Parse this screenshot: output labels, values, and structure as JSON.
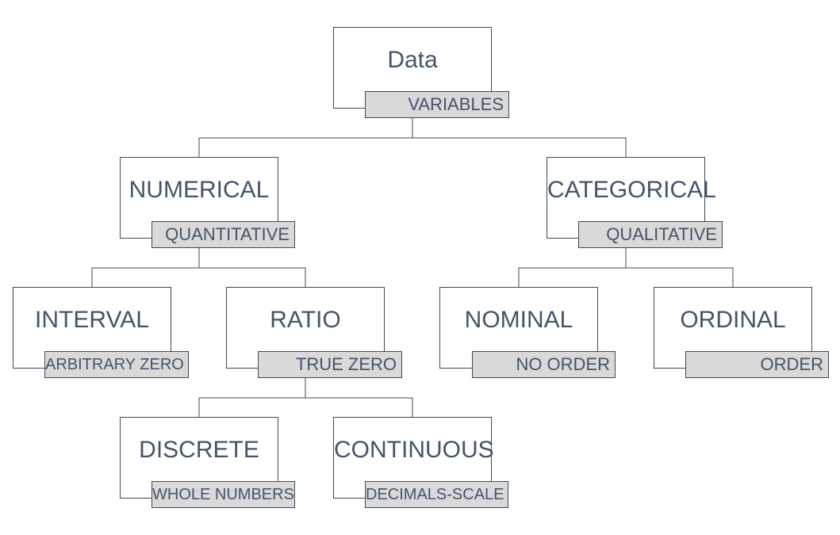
{
  "diagram": {
    "nodes": [
      {
        "id": "data",
        "title": "Data",
        "tag": "VARIABLES"
      },
      {
        "id": "numerical",
        "title": "NUMERICAL",
        "tag": "QUANTITATIVE"
      },
      {
        "id": "categorical",
        "title": "CATEGORICAL",
        "tag": "QUALITATIVE"
      },
      {
        "id": "interval",
        "title": "INTERVAL",
        "tag": "ARBITRARY ZERO"
      },
      {
        "id": "ratio",
        "title": "RATIO",
        "tag": "TRUE ZERO"
      },
      {
        "id": "nominal",
        "title": "NOMINAL",
        "tag": "NO ORDER"
      },
      {
        "id": "ordinal",
        "title": "ORDINAL",
        "tag": "ORDER"
      },
      {
        "id": "discrete",
        "title": "DISCRETE",
        "tag": "WHOLE NUMBERS"
      },
      {
        "id": "continuous",
        "title": "CONTINUOUS",
        "tag": "DECIMALS-SCALE"
      }
    ],
    "edges": [
      {
        "from": "data",
        "to": "numerical"
      },
      {
        "from": "data",
        "to": "categorical"
      },
      {
        "from": "numerical",
        "to": "interval"
      },
      {
        "from": "numerical",
        "to": "ratio"
      },
      {
        "from": "categorical",
        "to": "nominal"
      },
      {
        "from": "categorical",
        "to": "ordinal"
      },
      {
        "from": "ratio",
        "to": "discrete"
      },
      {
        "from": "ratio",
        "to": "continuous"
      }
    ]
  }
}
